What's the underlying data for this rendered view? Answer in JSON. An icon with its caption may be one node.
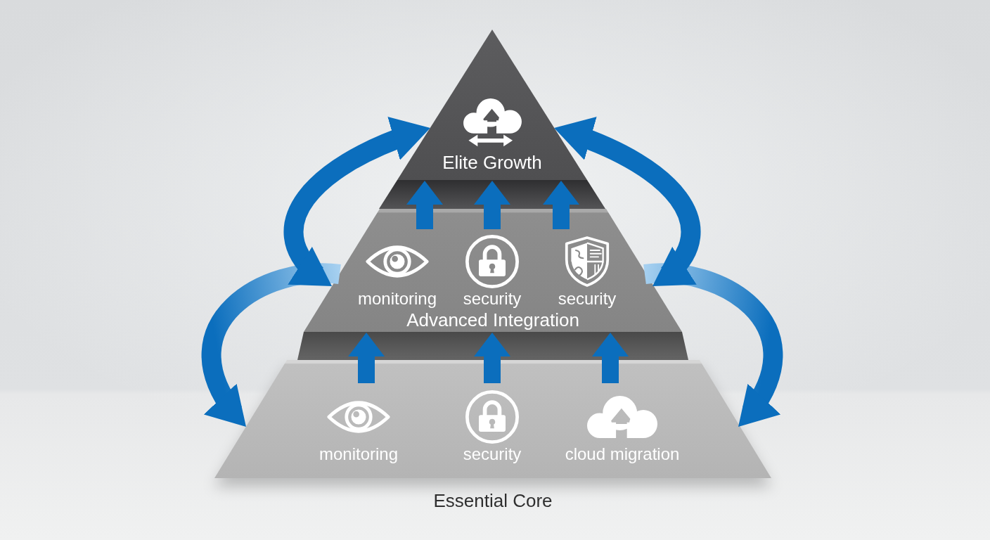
{
  "diagram": {
    "nodes": [
      {
        "text": [
          "Elite Growth"
        ]
      },
      {
        "text": [
          "monitoring",
          "security",
          "security",
          "Advanced Integration"
        ]
      },
      {
        "text": [
          "monitoring",
          "security",
          "cloud migration",
          "Essential Core"
        ]
      }
    ],
    "edges": [
      {
        "from": 2,
        "to": 1,
        "arrow": "to"
      },
      {
        "from": 2,
        "to": 1,
        "arrow": "to"
      },
      {
        "from": 2,
        "to": 1,
        "arrow": "to"
      },
      {
        "from": 1,
        "to": 0,
        "arrow": "to"
      },
      {
        "from": 1,
        "to": 0,
        "arrow": "to"
      },
      {
        "from": 1,
        "to": 0,
        "arrow": "to"
      },
      {
        "from": 0,
        "to": 1,
        "arrow": "both"
      },
      {
        "from": 1,
        "to": 2,
        "arrow": "to"
      },
      {
        "from": 0,
        "to": 1,
        "arrow": "both"
      },
      {
        "from": 1,
        "to": 2,
        "arrow": "to"
      }
    ]
  }
}
